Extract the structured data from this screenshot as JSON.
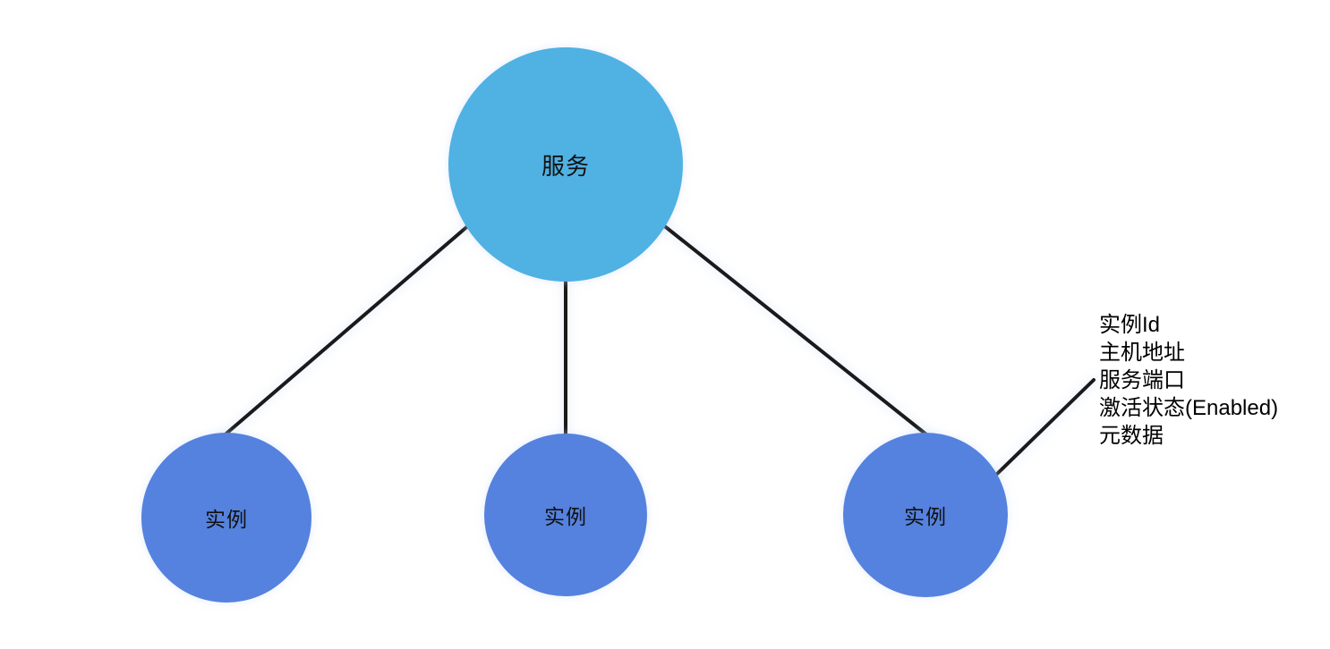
{
  "canvas": {
    "background": "#ffffff"
  },
  "nodes": {
    "service": {
      "label": "服务",
      "color": "#50b1e3"
    },
    "instance1": {
      "label": "实例",
      "color": "#5582de"
    },
    "instance2": {
      "label": "实例",
      "color": "#5582de"
    },
    "instance3": {
      "label": "实例",
      "color": "#5582de"
    }
  },
  "edges": {
    "color": "#1a1a1a"
  },
  "annotation": {
    "color": "#000000",
    "items": [
      "实例Id",
      "主机地址",
      "服务端口",
      "激活状态(Enabled)",
      "元数据"
    ]
  }
}
